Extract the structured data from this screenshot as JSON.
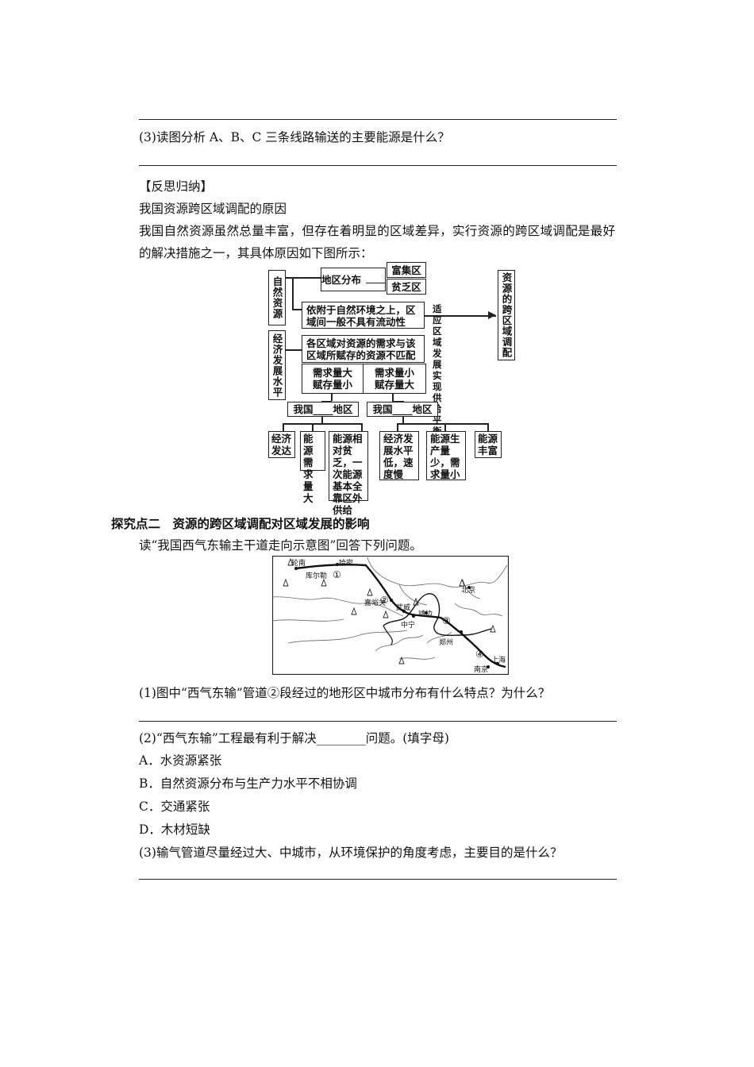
{
  "part1": {
    "q3": "(3)读图分析 A、B、C 三条线路输送的主要能源是什么？"
  },
  "summary": {
    "heading": "【反思归纳】",
    "subtitle": "我国资源跨区域调配的原因",
    "para_line1": "我国自然资源虽然总量丰富，但存在着明显的区域差异，实行资源的跨区域调配是最好",
    "para_line2": "的解决措施之一，其具体原因如下图所示："
  },
  "flow": {
    "natural_resources": "自然资源",
    "region_distribution": "地区分布",
    "rich": "富集区",
    "poor": "贫乏区",
    "attached_1": "依附于自然环境之上，区",
    "attached_2": "域间一般不具有流动性",
    "adapt_1": "适应区域发展",
    "adapt_2": "实现供给平衡",
    "result": "资源的跨区域调配",
    "economic_level": "经济发展水平",
    "mismatch_1": "各区域对资源的需求与该",
    "mismatch_2": "区域所赋存的资源不匹配",
    "demand_big_1": "需求量大",
    "demand_big_2": "赋存量小",
    "demand_small_1": "需求量小",
    "demand_small_2": "赋存量大",
    "region_east": "我国____地区",
    "region_west": "我国____地区",
    "leaf1": "经济发达",
    "leaf2": "能源需求量大",
    "leaf3": "能源相对贫乏，一次能源基本全靠区外供给",
    "leaf4": "经济发展水平低，速度慢",
    "leaf5": "能源生产量少，需求量小",
    "leaf6": "能源丰富"
  },
  "part2": {
    "heading": "探究点二　资源的跨区域调配对区域发展的影响",
    "intro": "读“我国西气东输主干道走向示意图”回答下列问题。",
    "q1": "(1)图中“西气东输”管道②段经过的地形区中城市分布有什么特点？为什么？",
    "q2": "(2)“西气东输”工程最有利于解决________问题。(填字母)",
    "options": [
      "A．水资源紧张",
      "B．自然资源分布与生产力水平不相协调",
      "C．交通紧张",
      "D．木材短缺"
    ],
    "q3": "(3)输气管道尽量经过大、中城市，从环境保护的角度考虑，主要目的是什么？"
  },
  "map": {
    "labels": {
      "lunnan": "轮南",
      "hami": "哈密",
      "korla": "库尔勒",
      "jiayuguan": "嘉峪关",
      "wuwei": "武威",
      "jingbian": "靖边",
      "zhongning": "中宁",
      "beijing": "北京",
      "zhengzhou": "郑州",
      "shanghai": "上海",
      "nanjing": "南京"
    },
    "segments": [
      "①",
      "②",
      "③",
      "④"
    ]
  }
}
